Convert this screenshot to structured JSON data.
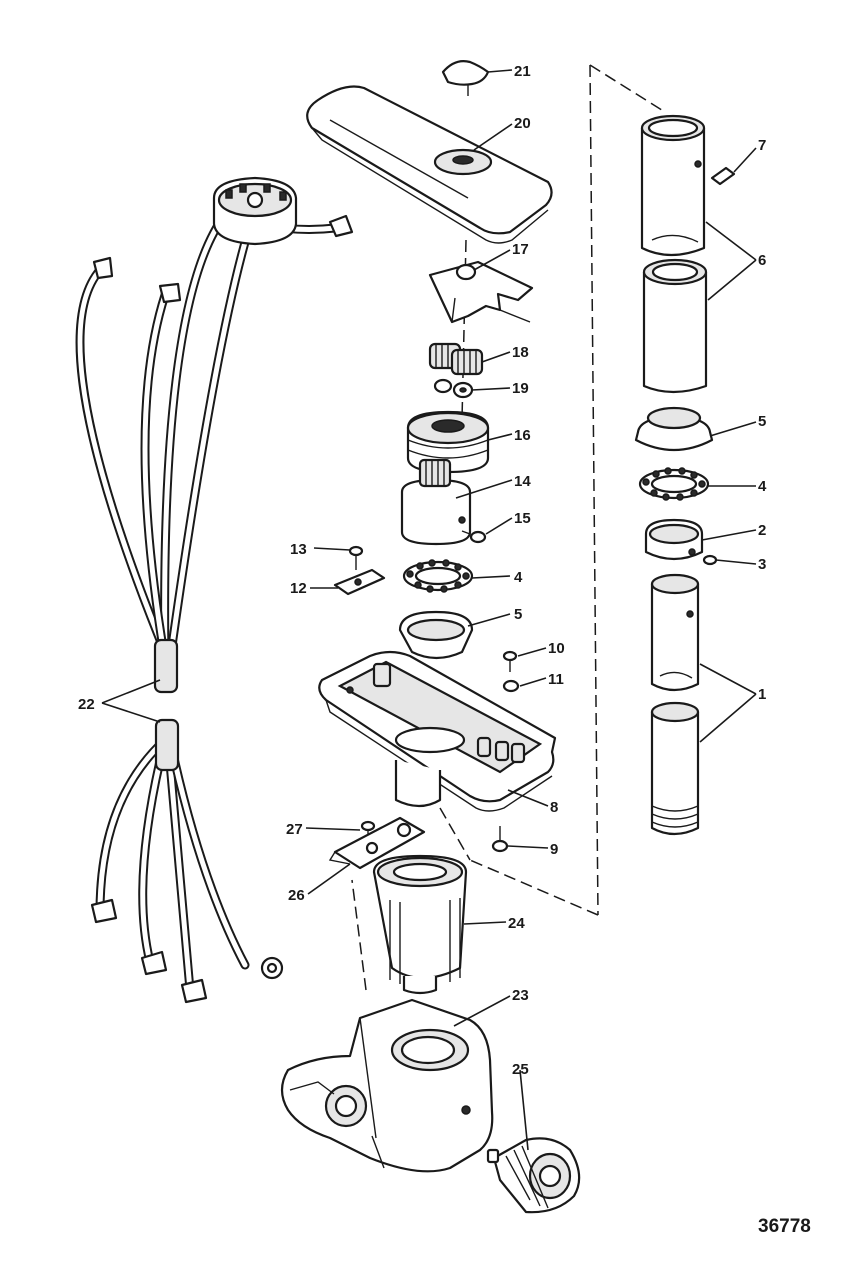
{
  "figure_number": "36778",
  "callouts": [
    {
      "id": "c21",
      "label": "21"
    },
    {
      "id": "c20",
      "label": "20"
    },
    {
      "id": "c17",
      "label": "17"
    },
    {
      "id": "c18",
      "label": "18"
    },
    {
      "id": "c19",
      "label": "19"
    },
    {
      "id": "c16",
      "label": "16"
    },
    {
      "id": "c14",
      "label": "14"
    },
    {
      "id": "c15",
      "label": "15"
    },
    {
      "id": "c13",
      "label": "13"
    },
    {
      "id": "c12",
      "label": "12"
    },
    {
      "id": "c4a",
      "label": "4"
    },
    {
      "id": "c5a",
      "label": "5"
    },
    {
      "id": "c10",
      "label": "10"
    },
    {
      "id": "c11",
      "label": "11"
    },
    {
      "id": "c22",
      "label": "22"
    },
    {
      "id": "c8",
      "label": "8"
    },
    {
      "id": "c27",
      "label": "27"
    },
    {
      "id": "c9",
      "label": "9"
    },
    {
      "id": "c26",
      "label": "26"
    },
    {
      "id": "c24",
      "label": "24"
    },
    {
      "id": "c23",
      "label": "23"
    },
    {
      "id": "c25",
      "label": "25"
    },
    {
      "id": "c7",
      "label": "7"
    },
    {
      "id": "c6",
      "label": "6"
    },
    {
      "id": "c5b",
      "label": "5"
    },
    {
      "id": "c4b",
      "label": "4"
    },
    {
      "id": "c2",
      "label": "2"
    },
    {
      "id": "c3",
      "label": "3"
    },
    {
      "id": "c1",
      "label": "1"
    }
  ]
}
